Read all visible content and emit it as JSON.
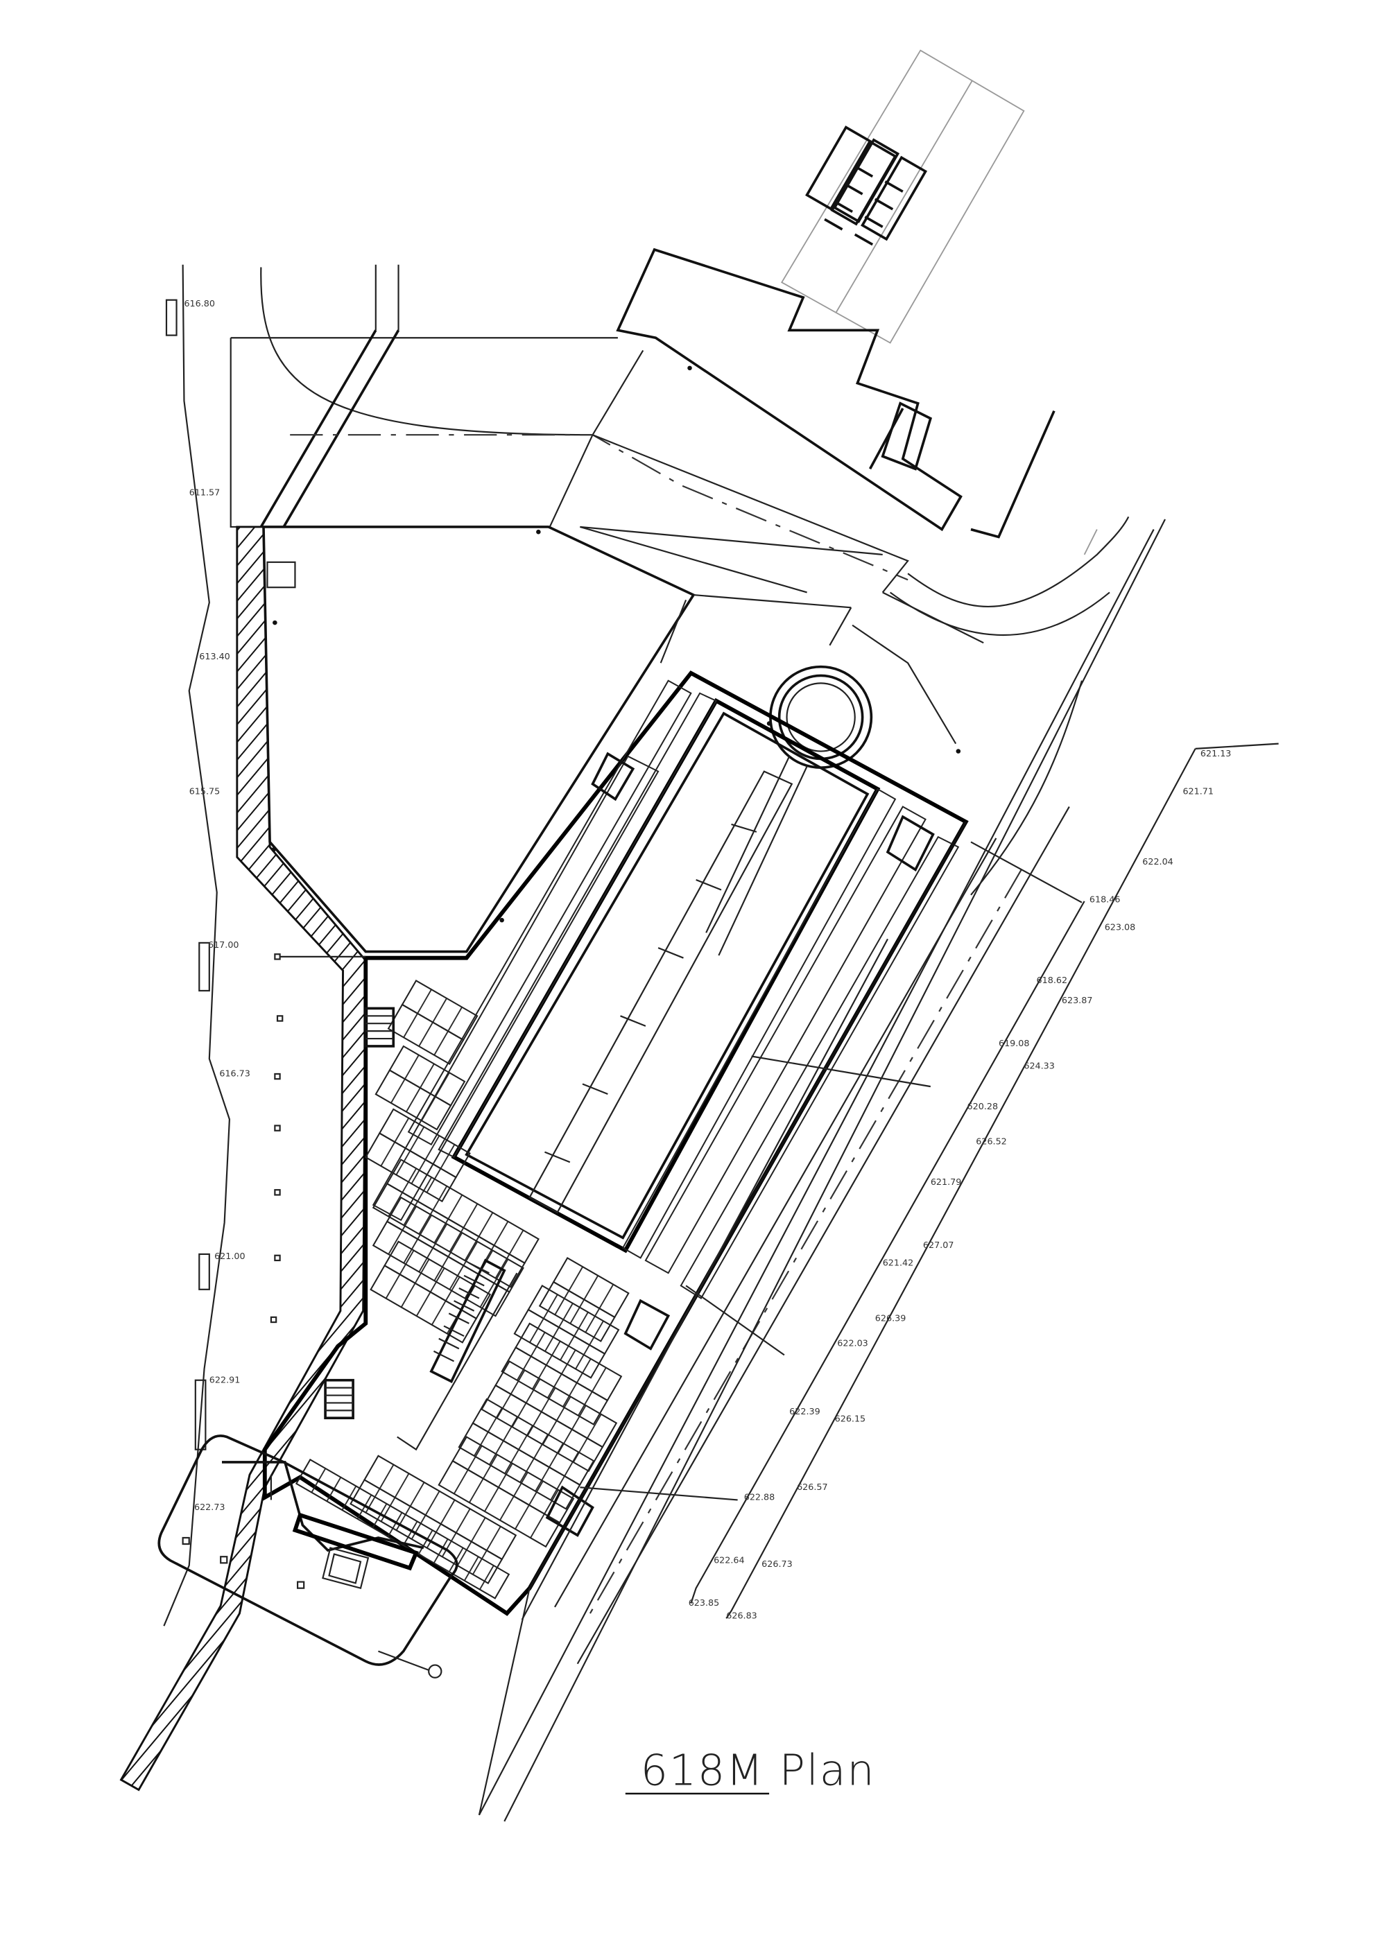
{
  "plan": {
    "title": "618M Plan"
  },
  "west_levels": [
    "616.80",
    "611.57",
    "613.40",
    "615.75",
    "617.00",
    "616.73",
    "621.00",
    "622.91",
    "622.73"
  ],
  "east_levels_inner": [
    "618.46",
    "618.62",
    "619.08",
    "620.28",
    "621.79",
    "621.42",
    "622.03",
    "622.39",
    "622.88",
    "622.64",
    "623.85"
  ],
  "east_levels_outer": [
    "621.13",
    "621.71",
    "622.04",
    "623.08",
    "623.87",
    "624.33",
    "626.52",
    "627.07",
    "626.39",
    "626.15",
    "626.57",
    "626.73",
    "626.83"
  ],
  "icons": {
    "north_marker": "circle-grid-marker",
    "core_stair": "stair-icon"
  }
}
